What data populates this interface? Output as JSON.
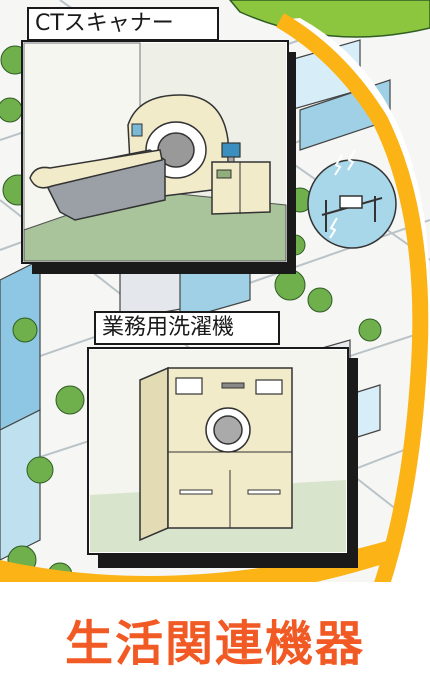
{
  "panels": {
    "ct_scanner": {
      "label": "CTスキャナー"
    },
    "washer": {
      "label": "業務用洗濯機"
    }
  },
  "page": {
    "title": "生活関連機器"
  },
  "colors": {
    "title_orange": "#f15a24",
    "ring_yellow": "#fbb316",
    "grass_green": "#8cc63f",
    "panel_floor": "#a9c49a",
    "machine_cream": "#f1ebc9"
  }
}
